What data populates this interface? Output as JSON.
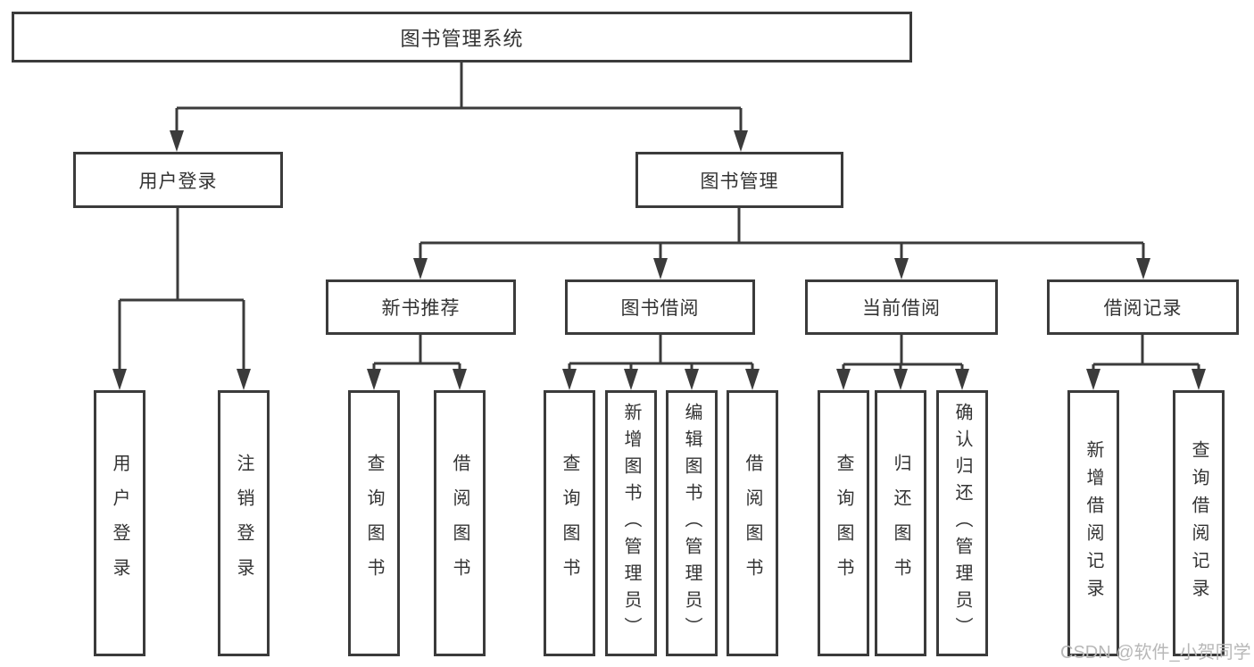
{
  "diagram": {
    "root": {
      "label": "图书管理系统"
    },
    "level2": [
      {
        "label": "用户登录"
      },
      {
        "label": "图书管理"
      }
    ],
    "level3": [
      {
        "label": "新书推荐"
      },
      {
        "label": "图书借阅"
      },
      {
        "label": "当前借阅"
      },
      {
        "label": "借阅记录"
      }
    ],
    "leaves": {
      "user_login": [
        "用户登录",
        "注销登录"
      ],
      "new_books": [
        "查询图书",
        "借阅图书"
      ],
      "book_borrow": [
        "查询图书",
        "新增图书（管理员）",
        "编辑图书（管理员）",
        "借阅图书"
      ],
      "current_borrow": [
        "查询图书",
        "归还图书",
        "确认归还（管理员）"
      ],
      "borrow_records": [
        "新增借阅记录",
        "查询借阅记录"
      ]
    }
  },
  "watermark": {
    "text": "CSDN @软件_小贺同学"
  },
  "colors": {
    "line": "#3b3b3b",
    "box_border": "#3b3b3b",
    "text": "#333333",
    "watermark": "#b8b8b8",
    "background": "#ffffff"
  }
}
